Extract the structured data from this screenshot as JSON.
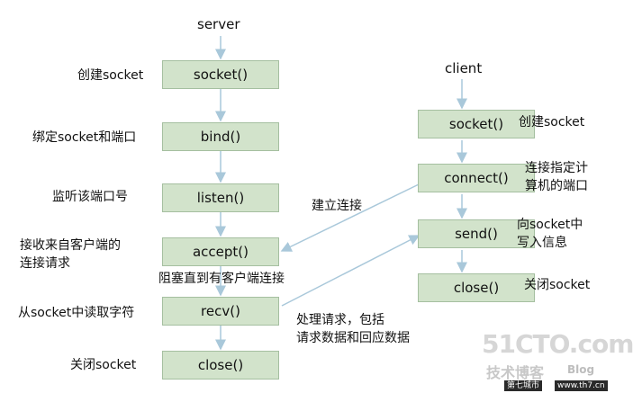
{
  "server": {
    "title": "server",
    "boxes": [
      "socket()",
      "bind()",
      "listen()",
      "accept()",
      "recv()",
      "close()"
    ],
    "labels": [
      "创建socket",
      "绑定socket和端口",
      "监听该端口号",
      "接收来自客户端的\n连接请求",
      "从socket中读取字符",
      "关闭socket"
    ]
  },
  "client": {
    "title": "client",
    "boxes": [
      "socket()",
      "connect()",
      "send()",
      "close()"
    ],
    "labels": [
      "创建socket",
      "连接指定计\n算机的端口",
      "向socket中\n写入信息",
      "关闭socket"
    ]
  },
  "notes": {
    "establish": "建立连接",
    "block": "阻塞直到有客户端连接",
    "process": "处理请求，包括\n请求数据和回应数据"
  },
  "colors": {
    "box_fill": "#d2e3cb",
    "box_border": "#a5bfa0",
    "arrow": "#a9c8da"
  },
  "watermark": {
    "site": "51CTO.com",
    "tagline": "技术博客",
    "blog": "Blog",
    "bar_left": "第七城市",
    "bar_right": "www.th7.cn"
  }
}
